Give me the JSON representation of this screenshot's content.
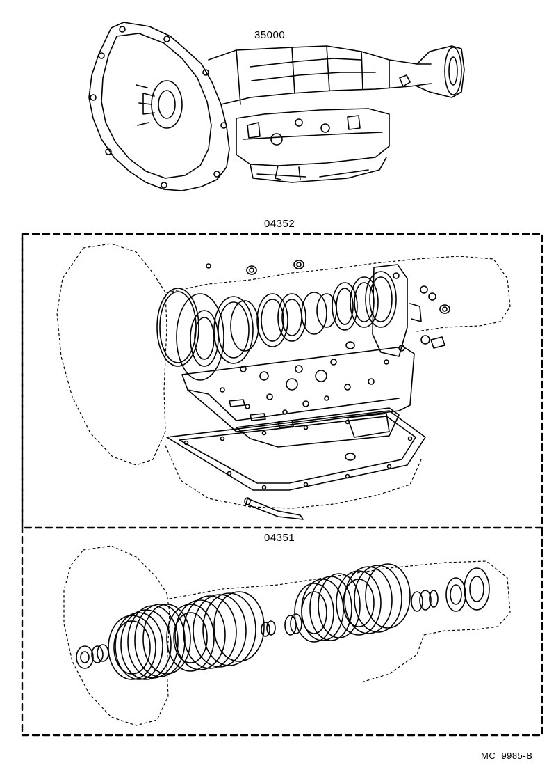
{
  "labels": {
    "assembly": "35000",
    "overhaul_kit": "04352",
    "gasket_kit": "04351",
    "figure_code": "MC  9985-B"
  }
}
